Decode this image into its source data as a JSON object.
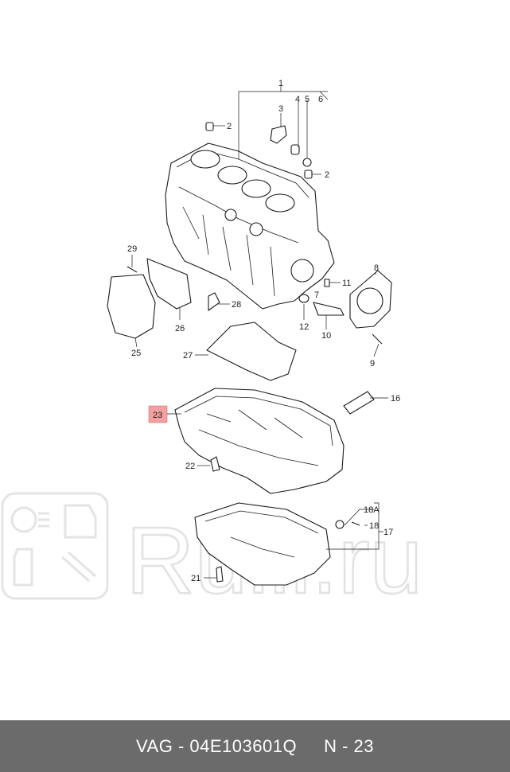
{
  "diagram": {
    "callouts": {
      "c1": "1",
      "c2a": "2",
      "c2b": "2",
      "c3": "3",
      "c4": "4",
      "c5": "5",
      "c6": "6",
      "c7": "7",
      "c8": "8",
      "c9": "9",
      "c10": "10",
      "c11": "11",
      "c12": "12",
      "c16": "16",
      "c17": "17",
      "c18": "18",
      "c18a": "18A",
      "c21": "21",
      "c22": "22",
      "c23": "23",
      "c25": "25",
      "c26": "26",
      "c27": "27",
      "c28": "28",
      "c29": "29"
    },
    "highlighted_callout": "23",
    "highlight_color": "#f4a0a0"
  },
  "watermark": {
    "text": "Rulli.ru"
  },
  "footer": {
    "brand": "VAG",
    "part_number": "04E103601Q",
    "position_label": "N - 23",
    "background_color": "#6b6b6b"
  }
}
